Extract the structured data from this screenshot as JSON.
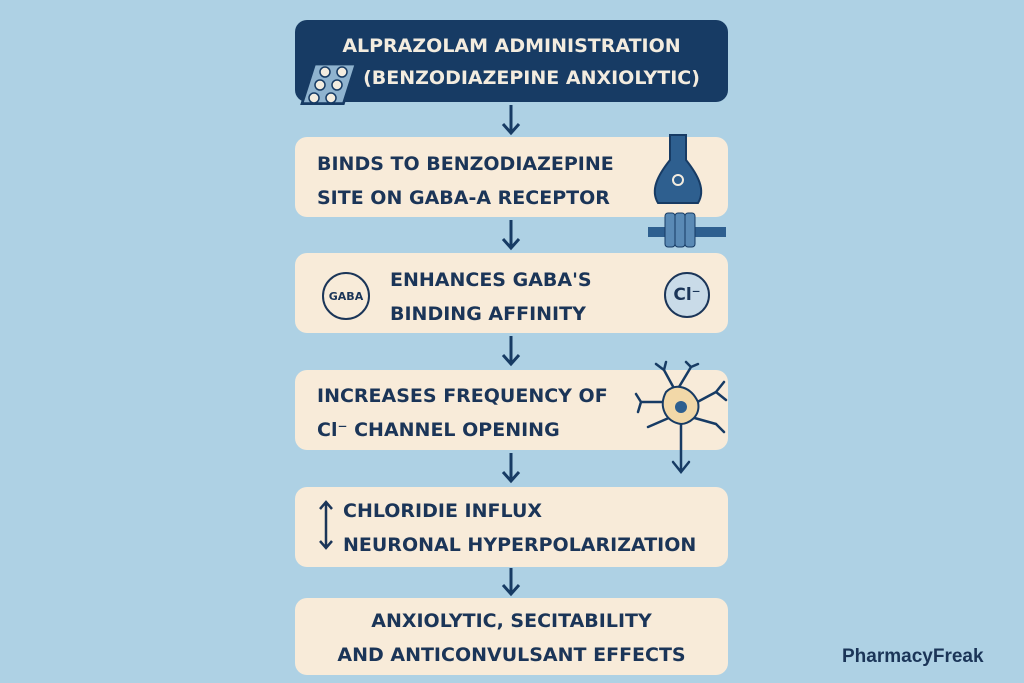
{
  "steps": [
    {
      "lines": [
        "ALPRAZOLAM ADMINISTRATION",
        "(BENZODIAZEPINE ANXIOLYTIC)"
      ]
    },
    {
      "lines": [
        "BINDS TO BENZODIAZEPINE",
        "SITE ON GABA-A RECEPTOR"
      ]
    },
    {
      "lines": [
        "ENHANCES GABA'S",
        "BINDING AFFINITY"
      ]
    },
    {
      "lines": [
        "INCREASES FREQUENCY OF",
        "Cl⁻ CHANNEL OPENING"
      ]
    },
    {
      "lines": [
        "CHLORIDIE INFLUX",
        "NEURONAL HYPERPOLARIZATION"
      ]
    },
    {
      "lines": [
        "ANXIOLYTIC, SECITABILITY",
        "AND ANTICONVULSANT EFFECTS"
      ]
    }
  ],
  "labels": {
    "gaba": "GABA",
    "chloride": "Cl⁻"
  },
  "watermark": "PharmacyFreak",
  "colors": {
    "background": "#aed1e4",
    "header": "#173b64",
    "box": "#f8ebd9",
    "text": "#1b3558",
    "accent": "#2e5f8f"
  }
}
